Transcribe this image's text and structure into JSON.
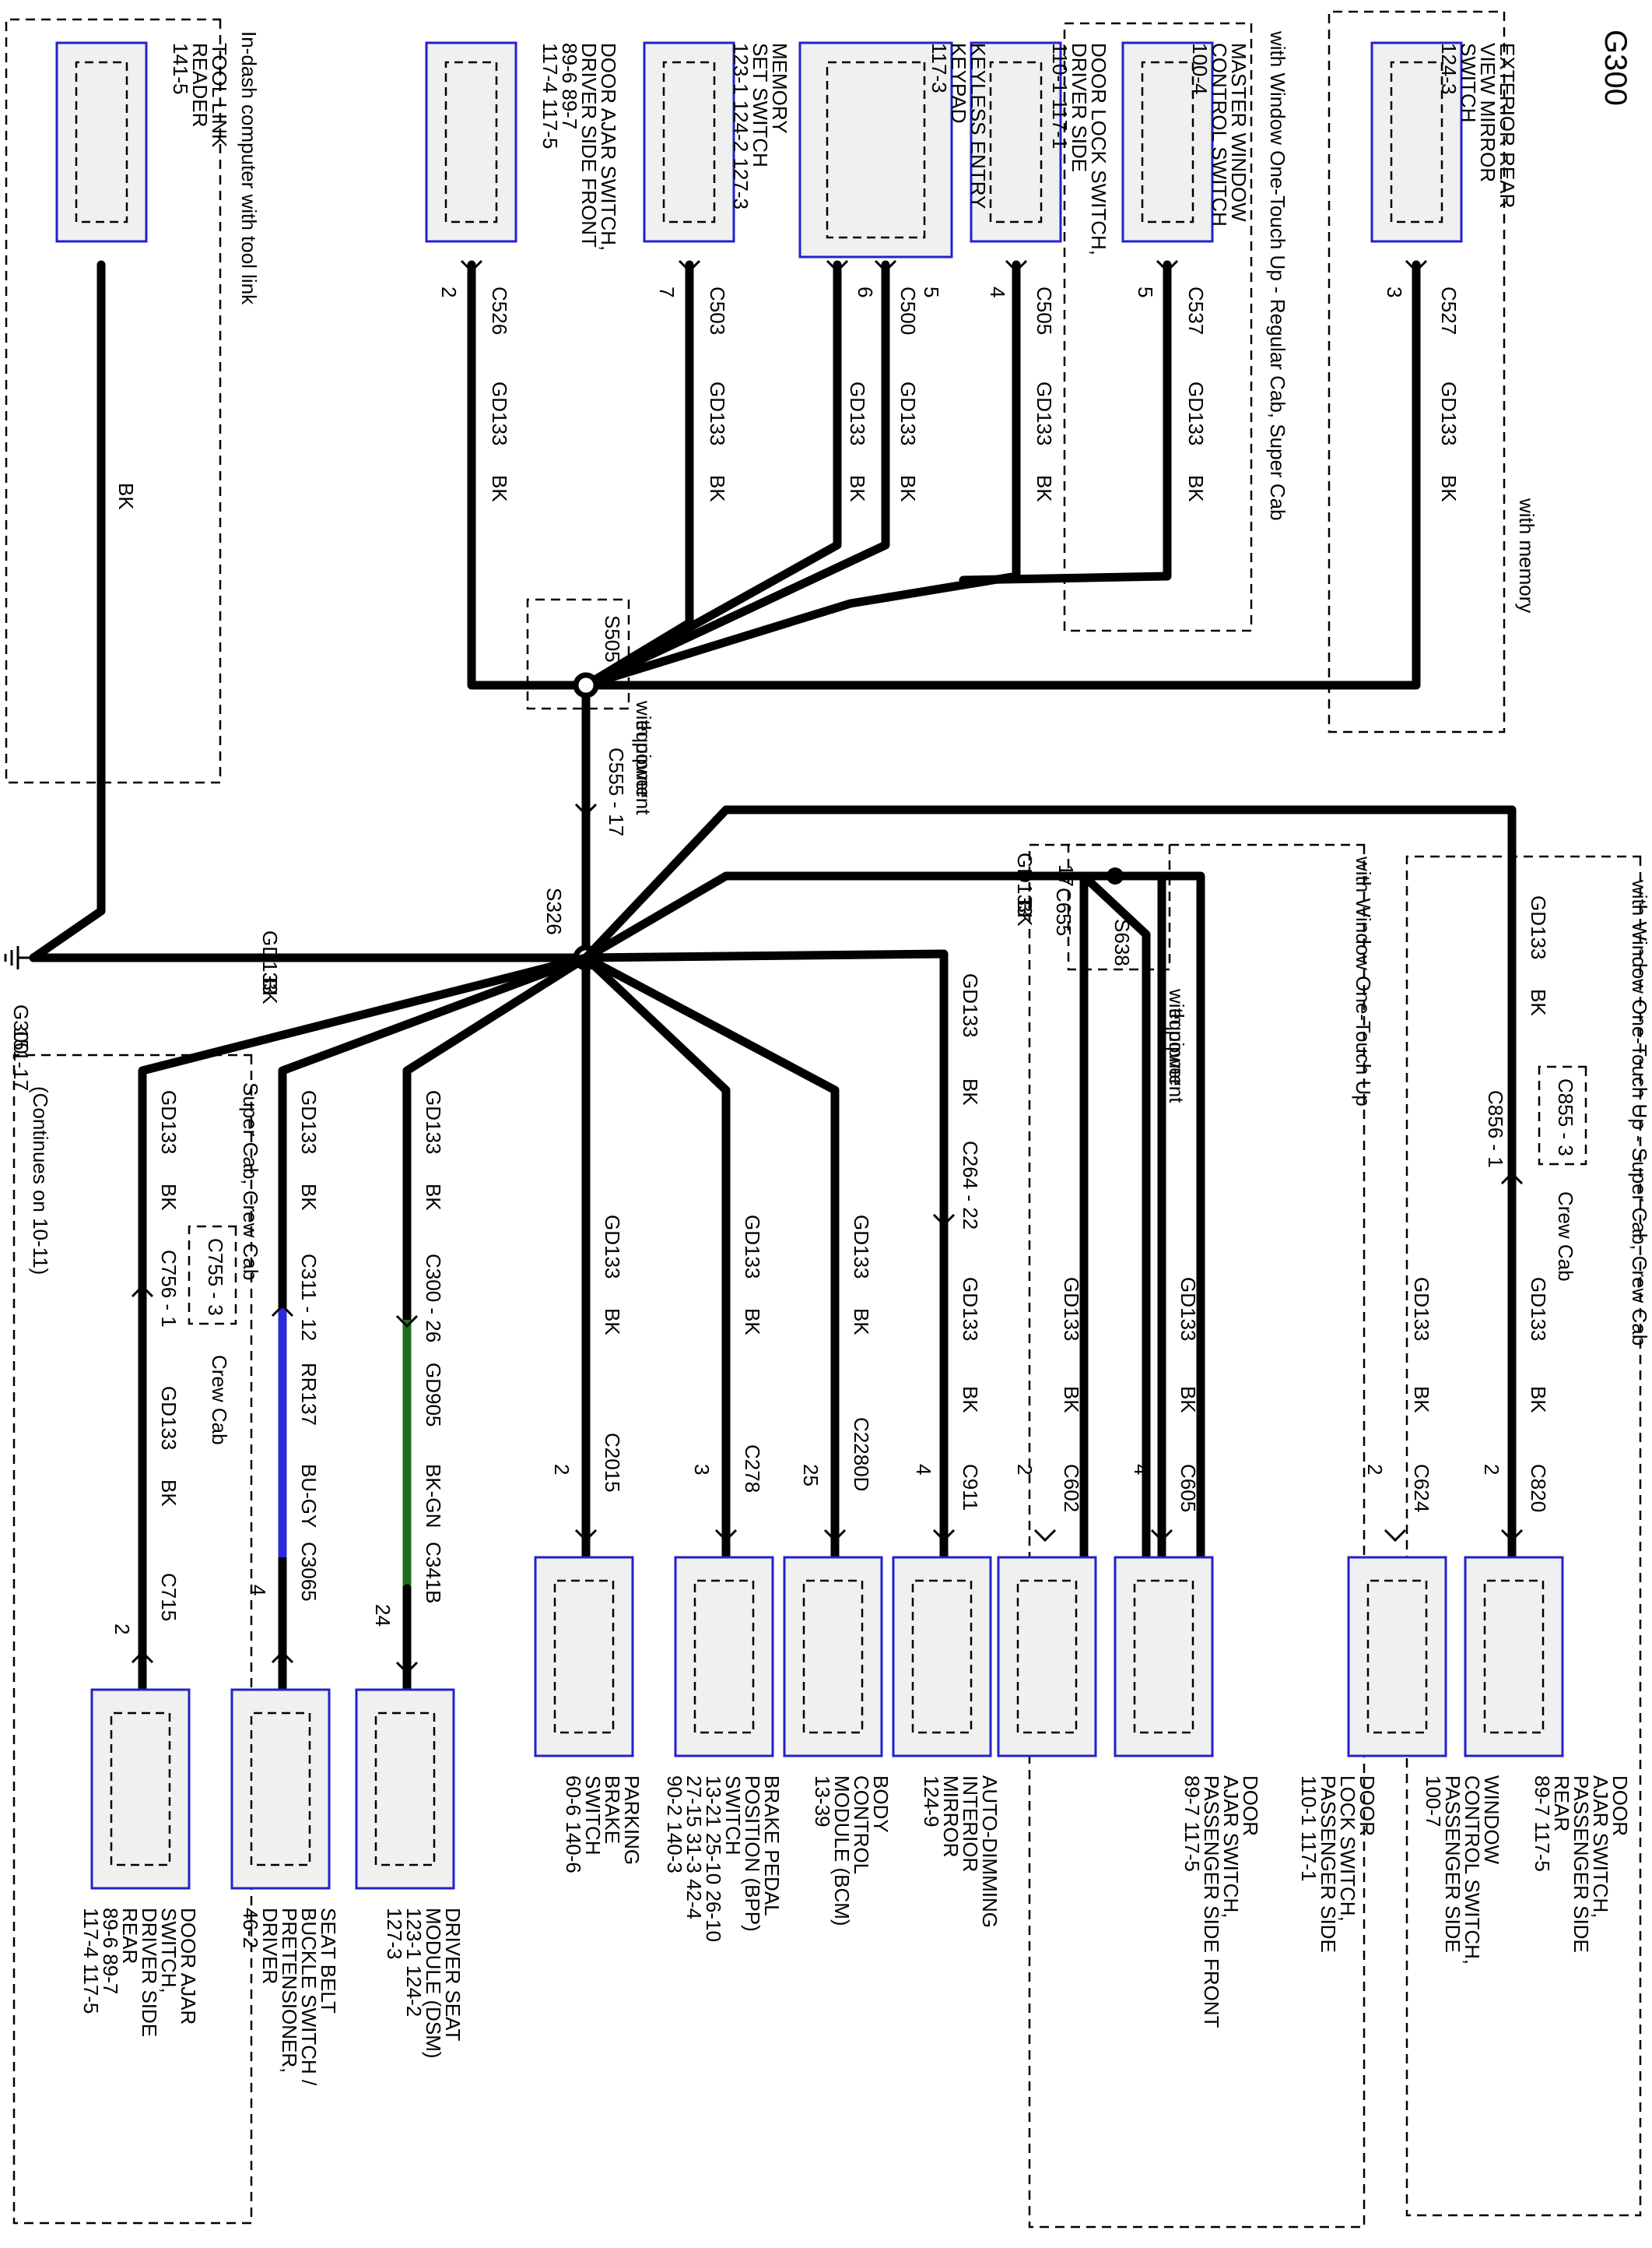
{
  "diagram": {
    "title": "G300",
    "ground": {
      "name": "G300",
      "ref": "151-17",
      "note": "(Continues on 10-11)"
    },
    "splices": [
      {
        "id": "S505",
        "note_lines": [
          "with power",
          "equipment"
        ]
      },
      {
        "id": "S326"
      },
      {
        "id": "S638",
        "note_lines": [
          "with power",
          "equipment"
        ]
      }
    ],
    "groups": {
      "memory": "with memory",
      "one_touch_regular": "with Window One-Touch Up - Regular Cab, Super Cab",
      "tool_link": "In-dash computer with tool link",
      "one_touch": "with Window One-Touch Up",
      "one_touch_super_crew": "with Window One-Touch Up - Super Cab, Crew Cab",
      "super_crew": "Super Cab, Crew Cab"
    },
    "components": [
      {
        "id": "exterior-mirror",
        "lines": [
          "EXTERIOR REAR",
          "VIEW MIRROR",
          "SWITCH",
          "124-3"
        ]
      },
      {
        "id": "master-window",
        "lines": [
          "MASTER WINDOW",
          "CONTROL SWITCH",
          "100-4"
        ]
      },
      {
        "id": "door-lock-driver",
        "lines": [
          "DOOR LOCK SWITCH,",
          "DRIVER SIDE",
          "110-1        117-1"
        ]
      },
      {
        "id": "keyless-entry",
        "lines": [
          "KEYLESS ENTRY",
          "KEYPAD",
          "117-3"
        ]
      },
      {
        "id": "memory-seat",
        "lines": [
          "MEMORY",
          "SET SWITCH",
          "123-1   124-2   127-3"
        ]
      },
      {
        "id": "door-ajar-driver-front",
        "lines": [
          "DOOR AJAR SWITCH,",
          "DRIVER SIDE FRONT",
          "89-6         89-7",
          "117-4        117-5"
        ]
      },
      {
        "id": "tool-link",
        "lines": [
          "TOOL LINK",
          "READER",
          "141-5"
        ]
      },
      {
        "id": "door-ajar-pass-rear",
        "lines": [
          "DOOR",
          "AJAR SWITCH,",
          "PASSENGER SIDE",
          "REAR",
          "89-7      117-5"
        ]
      },
      {
        "id": "window-control-pass",
        "lines": [
          "WINDOW",
          "CONTROL SWITCH,",
          "PASSENGER SIDE",
          "100-7"
        ]
      },
      {
        "id": "door-lock-pass",
        "lines": [
          "DOOR",
          "LOCK SWITCH,",
          "PASSENGER SIDE",
          "110-1      117-1"
        ]
      },
      {
        "id": "door-ajar-pass-front",
        "lines": [
          "DOOR",
          "AJAR SWITCH,",
          "PASSENGER SIDE FRONT",
          "89-7      117-5"
        ]
      },
      {
        "id": "auto-dimming",
        "lines": [
          "AUTO-DIMMING",
          "INTERIOR",
          "MIRROR",
          "124-9"
        ]
      },
      {
        "id": "bcm",
        "lines": [
          "BODY",
          "CONTROL",
          "MODULE (BCM)",
          "13-39"
        ]
      },
      {
        "id": "bpp",
        "lines": [
          "BRAKE PEDAL",
          "POSITION (BPP)",
          "SWITCH",
          "13-21    25-10    26-10",
          "27-15    31-3      42-4",
          "90-2      140-3"
        ]
      },
      {
        "id": "parking-brake",
        "lines": [
          "PARKING",
          "BRAKE",
          "SWITCH",
          "60-6      140-6"
        ]
      },
      {
        "id": "dsm",
        "lines": [
          "DRIVER SEAT",
          "MODULE (DSM)",
          "123-1   124-2",
          "127-3"
        ]
      },
      {
        "id": "seat-belt",
        "lines": [
          "SEAT BELT",
          "BUCKLE SWITCH /",
          "PRETENSIONER,",
          "DRIVER",
          "46-2"
        ]
      },
      {
        "id": "door-ajar-driver-rear",
        "lines": [
          "DOOR AJAR",
          "SWITCH,",
          "DRIVER SIDE",
          "REAR",
          "89-6       89-7",
          "117-4     117-5"
        ]
      }
    ],
    "connectors": {
      "c527": "C527",
      "c527_pin": "3",
      "c537": "C537",
      "c537_pin": "5",
      "c505": "C505",
      "c505_pin": "4",
      "c500": "C500",
      "c500_pin_a": "5",
      "c500_pin_b": "6",
      "c503": "C503",
      "c503_pin": "7",
      "c526": "C526",
      "c526_pin": "2",
      "c555": "C555 - 17",
      "c655": "C655",
      "c655_pin": "17",
      "c856": "C856 - 1",
      "c855": "C855 - 3",
      "crew_cab": "Crew Cab",
      "c820": "C820",
      "c820_pin": "2",
      "c624": "C624",
      "c624_pin": "2",
      "c605": "C605",
      "c605_pin": "4",
      "c602": "C602",
      "c602_pin": "2",
      "c264": "C264 - 22",
      "c911": "C911",
      "c911_pin": "4",
      "c2280d": "C2280D",
      "c2280d_pin": "25",
      "c278": "C278",
      "c278_pin": "3",
      "c2015": "C2015",
      "c2015_pin": "2",
      "c300": "C300 - 26",
      "c341b": "C341B",
      "c341b_pin": "24",
      "c311": "C311 - 12",
      "c3065": "C3065",
      "c3065_pin": "4",
      "c756": "C756 - 1",
      "c755": "C755 - 3",
      "c715": "C715",
      "c715_pin": "2"
    },
    "wires": {
      "gd133": "GD133",
      "bk": "BK",
      "rr137": "RR137",
      "bu_gy": "BU-GY",
      "gd905": "GD905",
      "bk_gn": "BK-GN"
    },
    "colors": {
      "wire": "#000000",
      "box_border": "#2222cc",
      "blue_wire": "#2a2ad8",
      "green_wire": "#1e6e1e"
    }
  }
}
